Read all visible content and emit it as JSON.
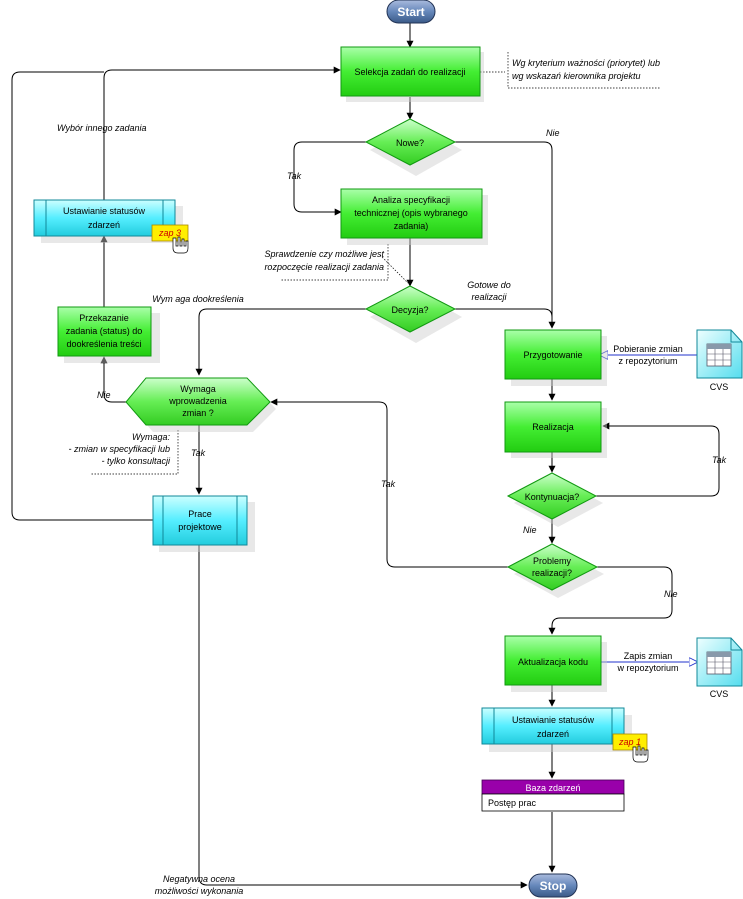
{
  "terminals": {
    "start": "Start",
    "stop": "Stop"
  },
  "nodes": {
    "selekcja": "Selekcja zadań do realizacji",
    "nowe": "Nowe?",
    "analiza": [
      "Analiza specyfikacji",
      "technicznej (opis wybranego",
      "zadania)"
    ],
    "decyzja": "Decyzja?",
    "przygotowanie": "Przygotowanie",
    "realizacja": "Realizacja",
    "kontynuacja": "Kontynuacja?",
    "problemy": [
      "Problemy",
      "realizacji?"
    ],
    "aktualizacja": "Aktualizacja kodu",
    "status_right": [
      "Ustawianie statusów",
      "zdarzeń"
    ],
    "status_left": [
      "Ustawianie statusów",
      "zdarzeń"
    ],
    "przekazanie": [
      "Przekazanie",
      "zadania (status) do",
      "dookreślenia treści"
    ],
    "wymaga": [
      "Wymaga",
      "wprowadzenia",
      "zmian ?"
    ],
    "prace": [
      "Prace",
      "projektowe"
    ]
  },
  "badges": {
    "zap1": "zap 1",
    "zap3": "zap 3"
  },
  "database": {
    "header": "Baza zdarzeń",
    "row": "Postęp prac"
  },
  "cvs": {
    "top": "CVS",
    "bottom": "CVS"
  },
  "annotations": {
    "kryterium": [
      "Wg kryterium ważności (priorytet) lub",
      "wg wskazań kierownika projektu"
    ],
    "sprawdzenie": [
      "Sprawdzenie czy możliwe jest",
      "rozpoczęcie realizacji zadania"
    ],
    "wymagasz": [
      "Wymaga:",
      "- zmian w specyfikacji lub",
      "- tylko konsultacji"
    ],
    "pobieranie": [
      "Pobieranie zmian",
      "z repozytorium"
    ],
    "zapis": [
      "Zapis zmian",
      "w repozytorium"
    ]
  },
  "edge_labels": {
    "nie_nowe": "Nie",
    "tak_nowe": "Tak",
    "gotowe": [
      "Gotowe do",
      "realizacji"
    ],
    "wymaga_dookreslenia": "Wym aga dookreślenia",
    "nie_wymaga": "Nie",
    "tak_wymaga": "Tak",
    "tak_kontynuacja": "Tak",
    "nie_kontynuacja": "Nie",
    "tak_problemy": "Tak",
    "nie_problemy": "Nie",
    "wybor": "Wybór innego zadania",
    "negatywna": [
      "Negatywna ocena",
      "możliwości wykonania"
    ]
  },
  "colors": {
    "process_green": "#33dd22",
    "decision_green": "#55ee44",
    "status_cyan": "#22ddee",
    "terminal": "#5577aa",
    "db_header": "#9900aa",
    "badge": "#ffee00"
  }
}
